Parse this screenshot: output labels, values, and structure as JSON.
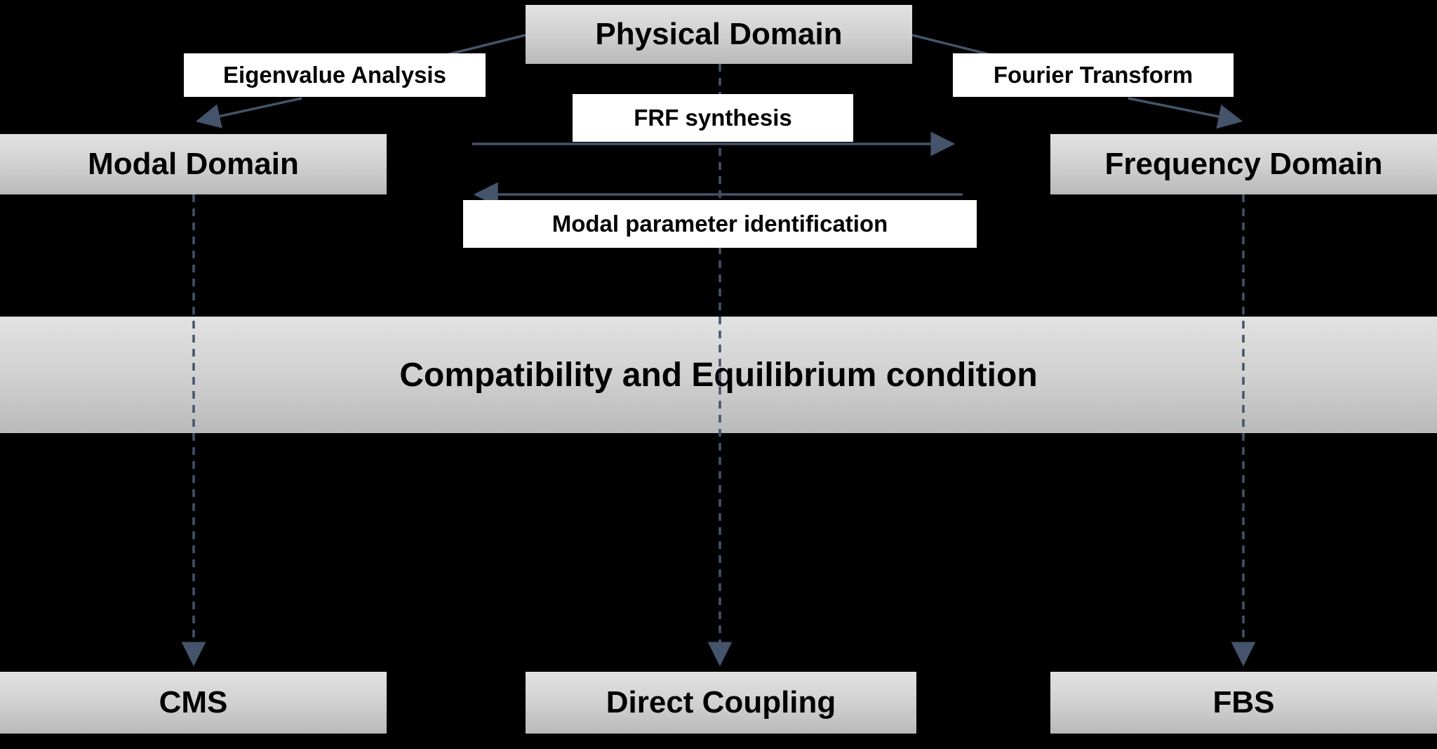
{
  "colors": {
    "background": "#000000",
    "arrow": "#44546a",
    "box_top": "#e2e2e2",
    "box_bottom": "#b9b9b9",
    "label_bg": "#ffffff",
    "text": "#000000"
  },
  "diagram": {
    "nodes": {
      "physical_domain": "Physical Domain",
      "modal_domain": "Modal Domain",
      "frequency_domain": "Frequency Domain",
      "compatibility": "Compatibility and Equilibrium condition",
      "cms": "CMS",
      "direct_coupling": "Direct Coupling",
      "fbs": "FBS"
    },
    "edge_labels": {
      "eigenvalue_analysis": "Eigenvalue Analysis",
      "fourier_transform": "Fourier Transform",
      "frf_synthesis": "FRF synthesis",
      "modal_parameter_identification": "Modal parameter identification"
    }
  }
}
